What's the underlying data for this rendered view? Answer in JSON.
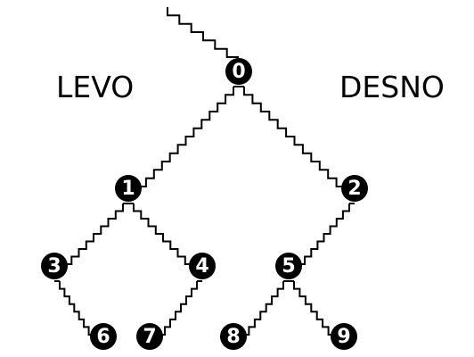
{
  "labels": {
    "left": "LEVO",
    "right": "DESNO"
  },
  "colors": {
    "ink": "#000000",
    "node_text": "#ffffff",
    "background": "#ffffff"
  },
  "nodes": [
    {
      "id": "0"
    },
    {
      "id": "1"
    },
    {
      "id": "2"
    },
    {
      "id": "3"
    },
    {
      "id": "4"
    },
    {
      "id": "5"
    },
    {
      "id": "6"
    },
    {
      "id": "7"
    },
    {
      "id": "8"
    },
    {
      "id": "9"
    }
  ],
  "edges": [
    {
      "from": "0",
      "to": "1"
    },
    {
      "from": "0",
      "to": "2"
    },
    {
      "from": "1",
      "to": "3"
    },
    {
      "from": "1",
      "to": "4"
    },
    {
      "from": "2",
      "to": "5"
    },
    {
      "from": "3",
      "to": "6"
    },
    {
      "from": "4",
      "to": "7"
    },
    {
      "from": "5",
      "to": "8"
    },
    {
      "from": "5",
      "to": "9"
    }
  ]
}
